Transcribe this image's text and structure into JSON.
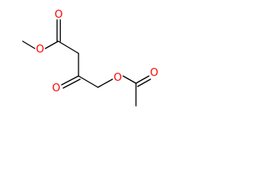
{
  "molecule": {
    "atoms": {
      "o_carbonyl_ester": {
        "symbol": "O",
        "color": "#ff0000"
      },
      "o_methoxy": {
        "symbol": "O",
        "color": "#ff0000"
      },
      "o_ketone": {
        "symbol": "O",
        "color": "#ff0000"
      },
      "o_acetoxy": {
        "symbol": "O",
        "color": "#ff0000"
      },
      "o_carbonyl_acetyl": {
        "symbol": "O",
        "color": "#ff0000"
      }
    },
    "bond_color": "#000000"
  }
}
